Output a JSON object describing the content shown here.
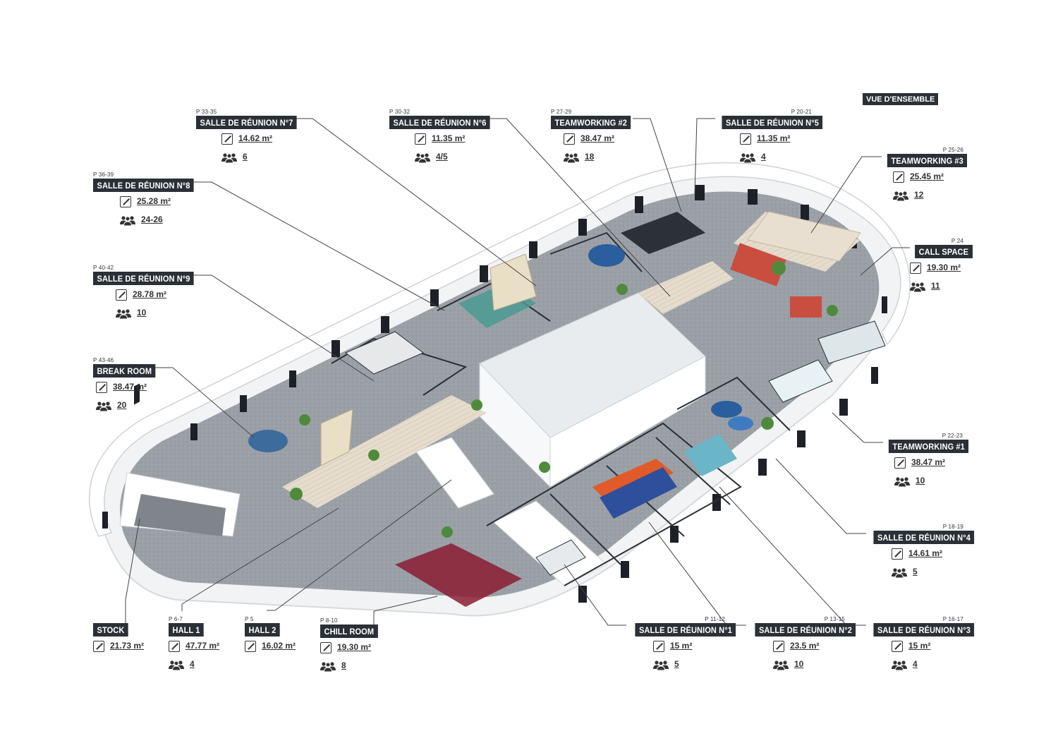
{
  "title": "VUE D'ENSEMBLE",
  "colors": {
    "label_bg": "#2b2f36",
    "leader": "#444444",
    "floor": "#9ba0a6",
    "wall": "#ffffff"
  },
  "icons": {
    "area": "area-icon",
    "capacity": "people-icon"
  },
  "rooms": [
    {
      "id": "reunion-7",
      "page": "P 33-35",
      "name": "SALLE DE RÉUNION N°7",
      "area": "14.62 m²",
      "capacity": "6"
    },
    {
      "id": "reunion-6",
      "page": "P 30-32",
      "name": "SALLE DE RÉUNION N°6",
      "area": "11.35 m²",
      "capacity": "4/5"
    },
    {
      "id": "teamworking-2",
      "page": "P 27-29",
      "name": "TEAMWORKING #2",
      "area": "38.47 m²",
      "capacity": "18"
    },
    {
      "id": "reunion-5",
      "page": "P 20-21",
      "name": "SALLE DE RÉUNION N°5",
      "area": "11.35 m²",
      "capacity": "4"
    },
    {
      "id": "teamworking-3",
      "page": "P 25-26",
      "name": "TEAMWORKING #3",
      "area": "25.45 m²",
      "capacity": "12"
    },
    {
      "id": "reunion-8",
      "page": "P 36-39",
      "name": "SALLE DE RÉUNION N°8",
      "area": "25.28 m²",
      "capacity": "24-26"
    },
    {
      "id": "call-space",
      "page": "P 24",
      "name": "CALL SPACE",
      "area": "19.30 m²",
      "capacity": "11"
    },
    {
      "id": "reunion-9",
      "page": "P 40-42",
      "name": "SALLE DE RÉUNION N°9",
      "area": "28.78 m²",
      "capacity": "10"
    },
    {
      "id": "break-room",
      "page": "P 43-46",
      "name": "BREAK ROOM",
      "area": "38.47 m²",
      "capacity": "20"
    },
    {
      "id": "teamworking-1",
      "page": "P 22-23",
      "name": "TEAMWORKING #1",
      "area": "38.47 m²",
      "capacity": "10"
    },
    {
      "id": "reunion-4",
      "page": "P 18-19",
      "name": "SALLE DE RÉUNION N°4",
      "area": "14.61 m²",
      "capacity": "5"
    },
    {
      "id": "stock",
      "page": "",
      "name": "STOCK",
      "area": "21.73 m²",
      "capacity": ""
    },
    {
      "id": "hall-1",
      "page": "P 6-7",
      "name": "HALL 1",
      "area": "47.77 m²",
      "capacity": "4"
    },
    {
      "id": "hall-2",
      "page": "P 5",
      "name": "HALL 2",
      "area": "16.02 m²",
      "capacity": ""
    },
    {
      "id": "chill-room",
      "page": "P 8-10",
      "name": "CHILL ROOM",
      "area": "19.30 m²",
      "capacity": "8"
    },
    {
      "id": "reunion-1",
      "page": "P 11-12",
      "name": "SALLE DE RÉUNION N°1",
      "area": "15 m²",
      "capacity": "5"
    },
    {
      "id": "reunion-2",
      "page": "P 13-15",
      "name": "SALLE DE RÉUNION N°2",
      "area": "23.5 m²",
      "capacity": "10"
    },
    {
      "id": "reunion-3",
      "page": "P 16-17",
      "name": "SALLE DE RÉUNION N°3",
      "area": "15 m²",
      "capacity": "4"
    }
  ]
}
